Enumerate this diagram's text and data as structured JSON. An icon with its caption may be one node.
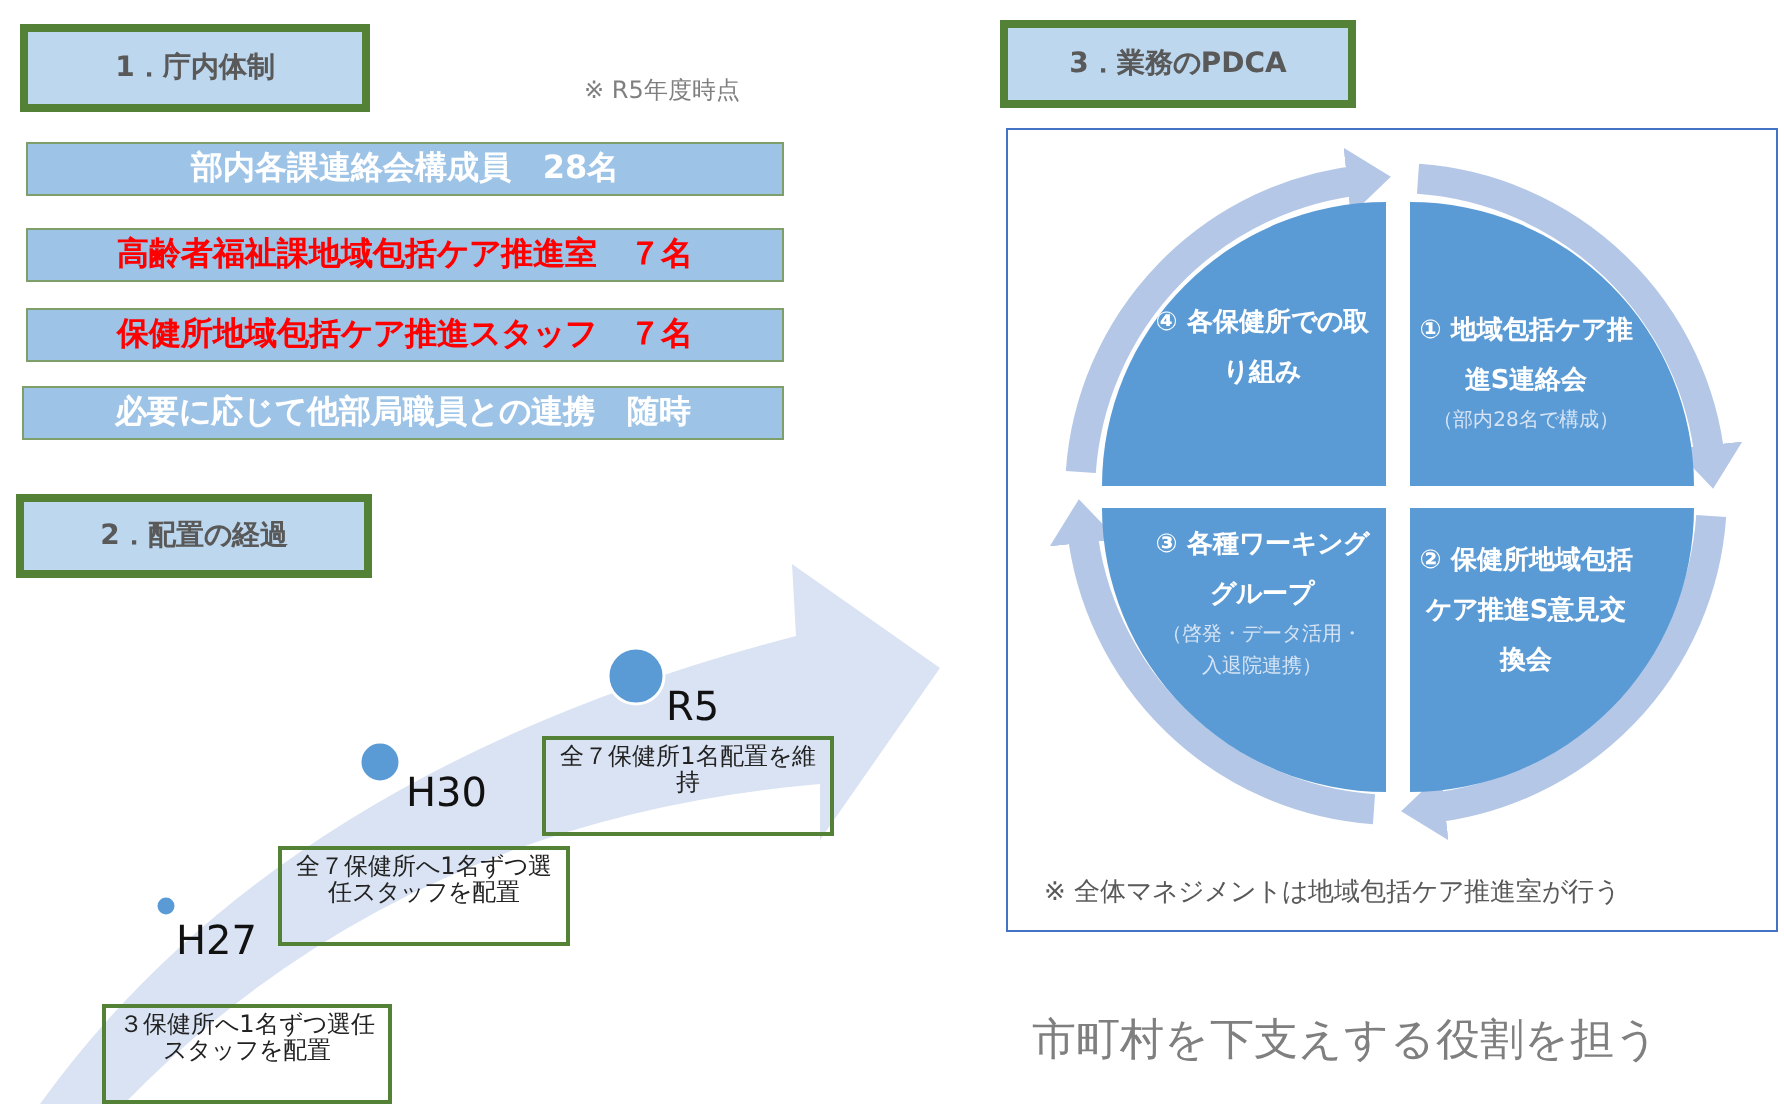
{
  "diagram": {
    "nodes": [
      {
        "text": [
          "1．庁内体制"
        ]
      },
      {
        "text": [
          "部内各課連絡会構成員　28名"
        ]
      },
      {
        "text": [
          "高齢者福祉課地域包括ケア推進室　７名"
        ]
      },
      {
        "text": [
          "保健所地域包括ケア推進スタッフ　７名"
        ]
      },
      {
        "text": [
          "必要に応じて他部局職員との連携　随時"
        ]
      },
      {
        "text": [
          "2．配置の経過"
        ]
      },
      {
        "text": [
          "３保健所へ1名ずつ選任スタッフを配置"
        ]
      },
      {
        "text": [
          "全７保健所へ1名ずつ選任スタッフを配置"
        ]
      },
      {
        "text": [
          "全７保健所1名配置を維持"
        ]
      },
      {
        "text": [
          "3．業務のPDCA"
        ]
      },
      {
        "text": [
          "※ 全体マネジメントは地域包括ケア推進室が行う"
        ]
      },
      {
        "text": [
          "① 地域包括ケア推進S連絡会",
          "（部内28名で構成）"
        ],
        "in": 10
      },
      {
        "text": [
          "② 保健所地域包括ケア推進S意見交換会"
        ],
        "in": 10
      },
      {
        "text": [
          "③ 各種ワーキンググループ",
          "（啓発・データ活用・入退院連携）"
        ],
        "in": 10
      },
      {
        "text": [
          "④ 各保健所での取り組み"
        ],
        "in": 10
      }
    ],
    "edges": [
      {
        "from": 14,
        "to": 11,
        "arrow": "to"
      },
      {
        "from": 11,
        "to": 12,
        "arrow": "to"
      },
      {
        "from": 12,
        "to": 13,
        "arrow": "to"
      },
      {
        "from": 13,
        "to": 14,
        "arrow": "to"
      }
    ],
    "labels": [
      "※ R5年度時点",
      "H27",
      "H30",
      "R5",
      "市町村を下支えする役割を担う"
    ]
  }
}
